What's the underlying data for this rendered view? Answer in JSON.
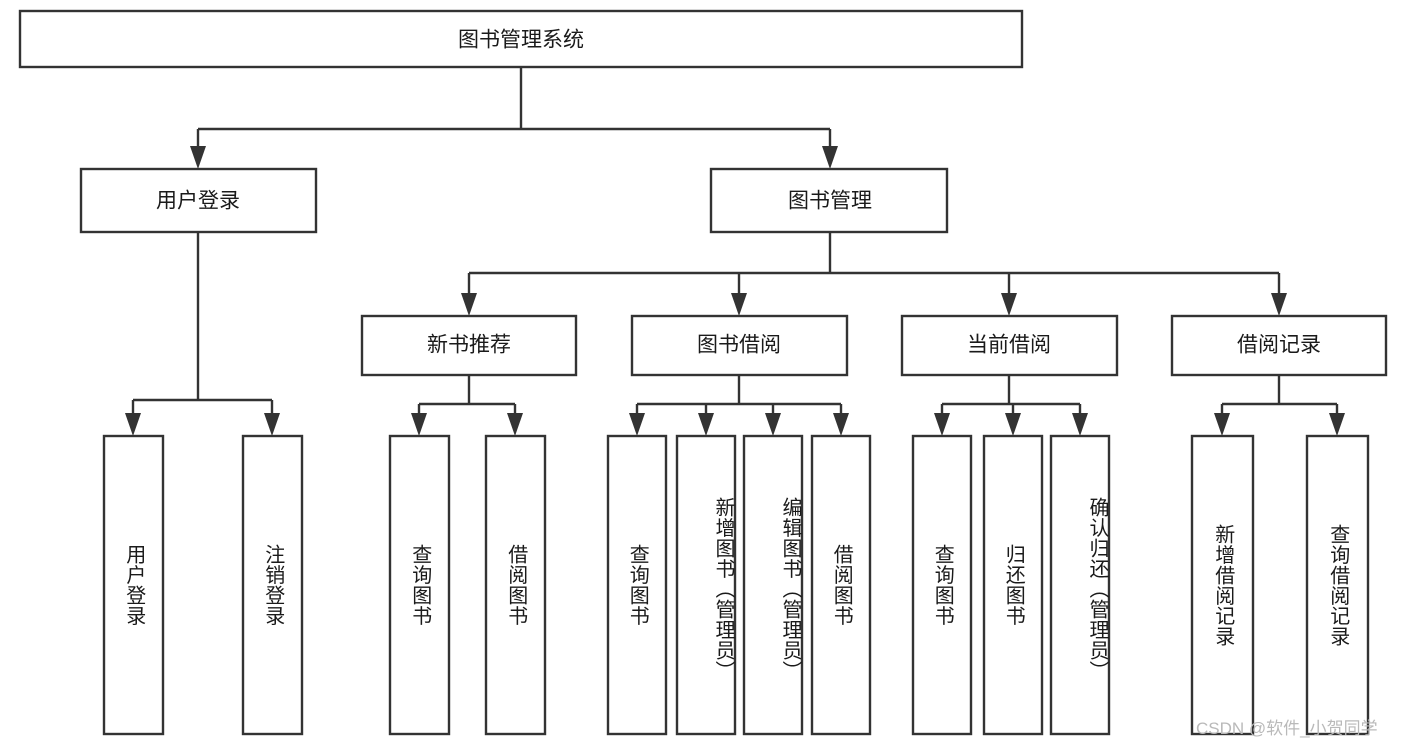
{
  "diagram": {
    "type": "tree-hierarchy",
    "title": "图书管理系统",
    "root": {
      "id": "root",
      "label": "图书管理系统"
    },
    "level2": [
      {
        "id": "user-login",
        "label": "用户登录"
      },
      {
        "id": "book-management",
        "label": "图书管理"
      }
    ],
    "level3": [
      {
        "id": "new-book-recommend",
        "label": "新书推荐",
        "parent": "book-management"
      },
      {
        "id": "book-borrow",
        "label": "图书借阅",
        "parent": "book-management"
      },
      {
        "id": "current-borrow",
        "label": "当前借阅",
        "parent": "book-management"
      },
      {
        "id": "borrow-record",
        "label": "借阅记录",
        "parent": "book-management"
      }
    ],
    "leaves": {
      "user-login": [
        {
          "id": "leaf-user-login",
          "label": "用户登录"
        },
        {
          "id": "leaf-logout-login",
          "label": "注销登录"
        }
      ],
      "new-book-recommend": [
        {
          "id": "leaf-query-book-1",
          "label": "查询图书"
        },
        {
          "id": "leaf-borrow-book-1",
          "label": "借阅图书"
        }
      ],
      "book-borrow": [
        {
          "id": "leaf-query-book-2",
          "label": "查询图书"
        },
        {
          "id": "leaf-add-book",
          "label": "新增图书（管理员）"
        },
        {
          "id": "leaf-edit-book",
          "label": "编辑图书（管理员）"
        },
        {
          "id": "leaf-borrow-book-2",
          "label": "借阅图书"
        }
      ],
      "current-borrow": [
        {
          "id": "leaf-query-book-3",
          "label": "查询图书"
        },
        {
          "id": "leaf-return-book",
          "label": "归还图书"
        },
        {
          "id": "leaf-confirm-return",
          "label": "确认归还（管理员）"
        }
      ],
      "borrow-record": [
        {
          "id": "leaf-add-record",
          "label": "新增借阅记录"
        },
        {
          "id": "leaf-query-record",
          "label": "查询借阅记录"
        }
      ]
    }
  },
  "watermark": {
    "text": "CSDN @软件_小贺同学"
  },
  "colors": {
    "background": "#ffffff",
    "box_fill": "#ffffff",
    "box_stroke": "#333333",
    "text": "#1a1a1a",
    "watermark": "#b9b9b9"
  }
}
